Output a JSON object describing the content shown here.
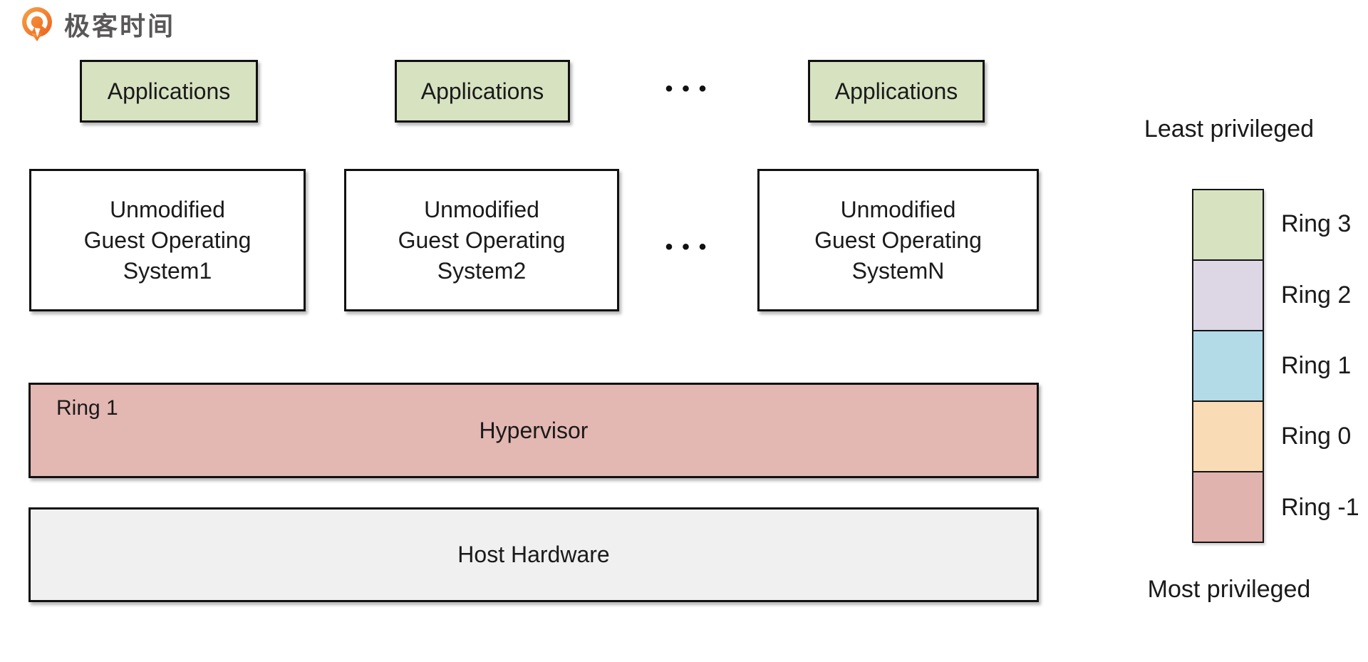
{
  "logo": {
    "brand_text": "极客时间",
    "icon": "geektime-logo-icon",
    "orange_dark": "#ec611c",
    "orange_light": "#f7a348",
    "text_color": "#595757"
  },
  "diagram": {
    "app_fill": "#d7e2c1",
    "app_boxes": [
      {
        "label": "Applications"
      },
      {
        "label": "Applications"
      },
      {
        "label": "Applications"
      }
    ],
    "ellipsis_top": "•••",
    "ellipsis_mid": "•••",
    "guest_boxes": [
      {
        "lines": [
          "Unmodified",
          "Guest Operating",
          "System1"
        ]
      },
      {
        "lines": [
          "Unmodified",
          "Guest Operating",
          "System2"
        ]
      },
      {
        "lines": [
          "Unmodified",
          "Guest Operating",
          "SystemN"
        ]
      }
    ],
    "hypervisor": {
      "corner_label": "Ring 1",
      "label": "Hypervisor",
      "fill": "#e3b7b2"
    },
    "host_hardware": {
      "label": "Host Hardware",
      "fill": "#f0f0f0"
    }
  },
  "legend": {
    "least_label": "Least privileged",
    "most_label": "Most privileged",
    "rings": [
      {
        "label": "Ring 3",
        "fill": "#d7e2c1"
      },
      {
        "label": "Ring 2",
        "fill": "#ddd6e4"
      },
      {
        "label": "Ring 1",
        "fill": "#b2dae7"
      },
      {
        "label": "Ring 0",
        "fill": "#f9dbb6"
      },
      {
        "label": "Ring -1",
        "fill": "#e0b3ae"
      }
    ]
  }
}
